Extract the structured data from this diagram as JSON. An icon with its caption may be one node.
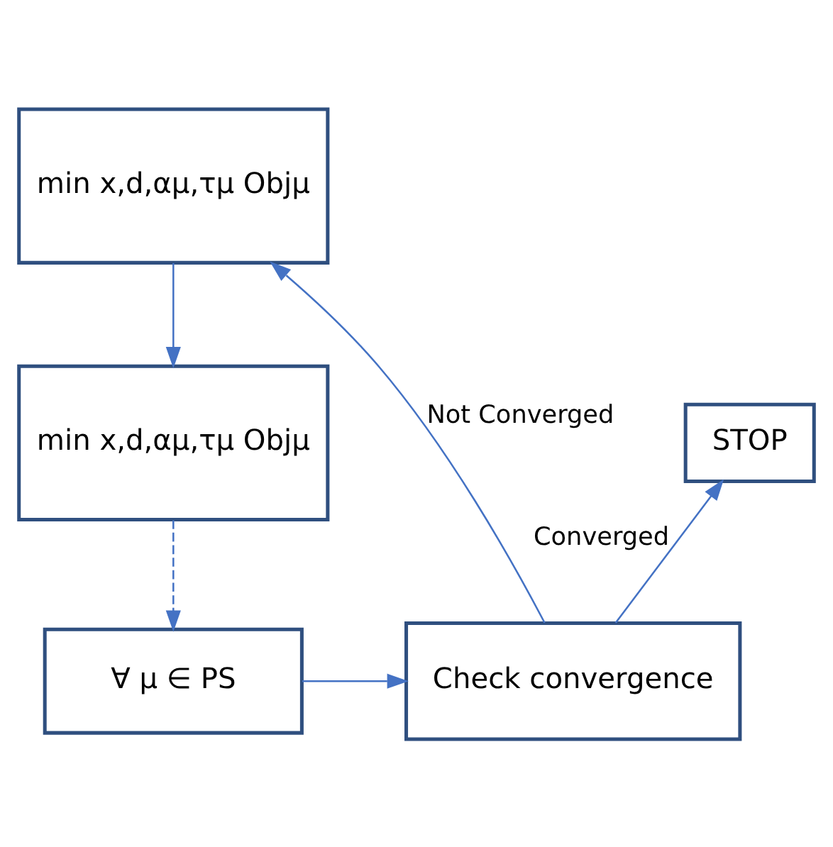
{
  "diagram": {
    "nodes": [
      {
        "text": [
          "min x,d,αμ,τμ Objμ"
        ]
      },
      {
        "text": [
          "STOP"
        ]
      },
      {
        "text": [
          "min x,d,αμ,τμ Objμ"
        ]
      },
      {
        "text": [
          "∀ μ ∈ PS"
        ]
      },
      {
        "text": [
          "Check convergence"
        ]
      }
    ],
    "edges": [
      {
        "from": 0,
        "to": 2,
        "arrow": "to"
      },
      {
        "from": 2,
        "to": 3,
        "arrow": "to",
        "style": "dashed"
      },
      {
        "from": 3,
        "to": 4,
        "arrow": "to"
      },
      {
        "from": 4,
        "to": 1,
        "arrow": "to",
        "label": "Converged"
      },
      {
        "from": 4,
        "to": 0,
        "arrow": "to",
        "label": "Not Converged"
      }
    ]
  }
}
